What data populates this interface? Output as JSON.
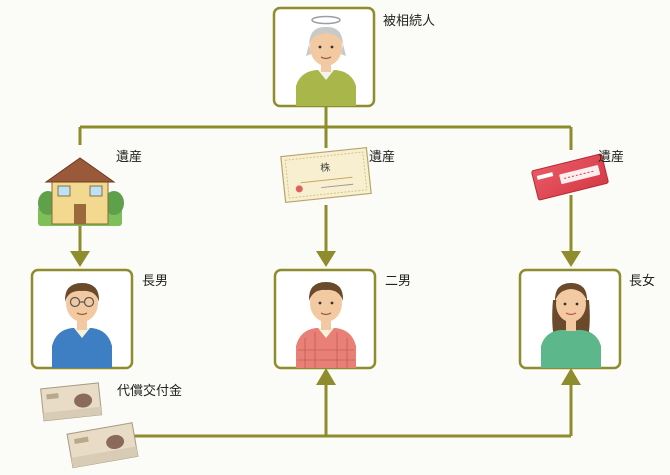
{
  "labels": {
    "decedent": "被相続人",
    "estate_1": "遺産",
    "estate_2": "遺産",
    "estate_3": "遺産",
    "eldest_son": "長男",
    "second_son": "二男",
    "eldest_daughter": "長女",
    "compensation": "代償交付金"
  },
  "icons": {
    "house": "house-icon",
    "certificate": "stock-certificate-icon",
    "passbook": "bank-passbook-icon",
    "cash": "banknote-bundle-icon"
  },
  "certificate_text": "株",
  "colors": {
    "connector": "#8e8c2c",
    "box_border": "#8e8c2c",
    "box_fill": "#ffffff"
  }
}
